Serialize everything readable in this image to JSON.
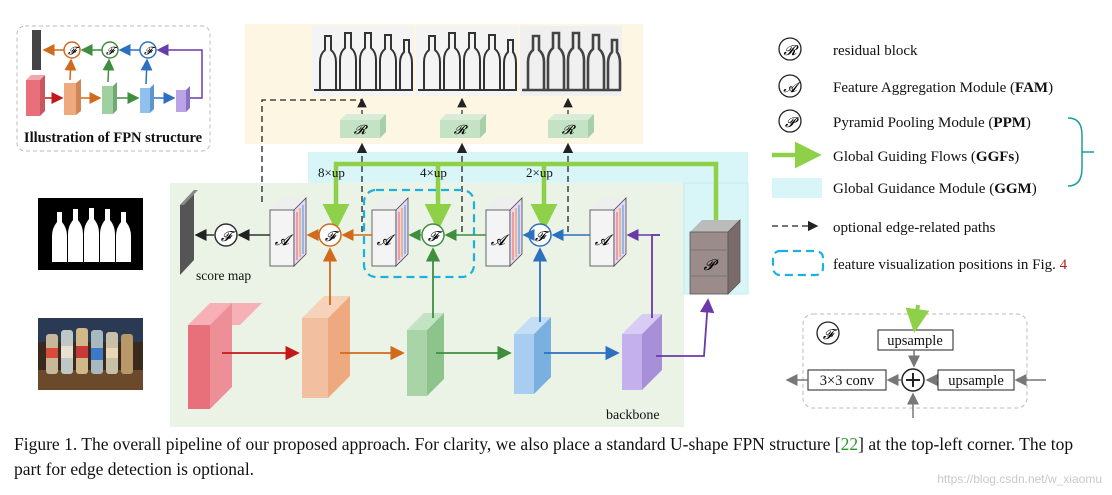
{
  "fpn_inset": {
    "title": "Illustration of FPN structure",
    "f_symbol": "𝓕"
  },
  "main": {
    "score_map_label": "score map",
    "backbone_label": "backbone",
    "up_labels": [
      "8×up",
      "4×up",
      "2×up"
    ],
    "a_symbol": "𝓐",
    "f_symbol": "𝓕",
    "r_symbol": "𝓡",
    "p_symbol": "𝓟"
  },
  "legend": {
    "items": [
      {
        "symbol": "𝓡",
        "text": "residual block",
        "bold": ""
      },
      {
        "symbol": "𝓐",
        "text": "Feature Aggregation Module (",
        "bold": "FAM"
      },
      {
        "symbol": "𝓟",
        "text": "Pyramid Pooling Module (",
        "bold": "PPM"
      },
      {
        "symbol": "",
        "text": "Global Guiding Flows (",
        "bold": "GGFs"
      },
      {
        "symbol": "",
        "text": "Global Guidance Module (",
        "bold": "GGM"
      },
      {
        "symbol": "",
        "text": "optional edge-related paths",
        "bold": ""
      },
      {
        "symbol": "",
        "text": "feature visualization positions in Fig. ",
        "bold": ""
      }
    ],
    "fig_ref": "4"
  },
  "fusion_detail": {
    "f_symbol": "𝓕",
    "upsample_top": "upsample",
    "upsample_right": "upsample",
    "conv": "3×3 conv"
  },
  "caption": {
    "text_before": "Figure 1. The overall pipeline of our proposed approach. For clarity, we also place a standard U-shape FPN structure [",
    "citation": "22",
    "text_after": "] at the top-left corner. The top part for edge detection is optional."
  },
  "watermark": "https://blog.csdn.net/w_xiaomu",
  "colors": {
    "red": "#e8707a",
    "orange": "#e8a070",
    "green": "#8cc48c",
    "blue": "#7ab0e0",
    "purple": "#a890d8",
    "ggf": "#8ed048",
    "ggm_bg": "#d8f6f8",
    "edge_bg": "#fdf6e3",
    "backbone_bg": "#eaf3e6"
  }
}
